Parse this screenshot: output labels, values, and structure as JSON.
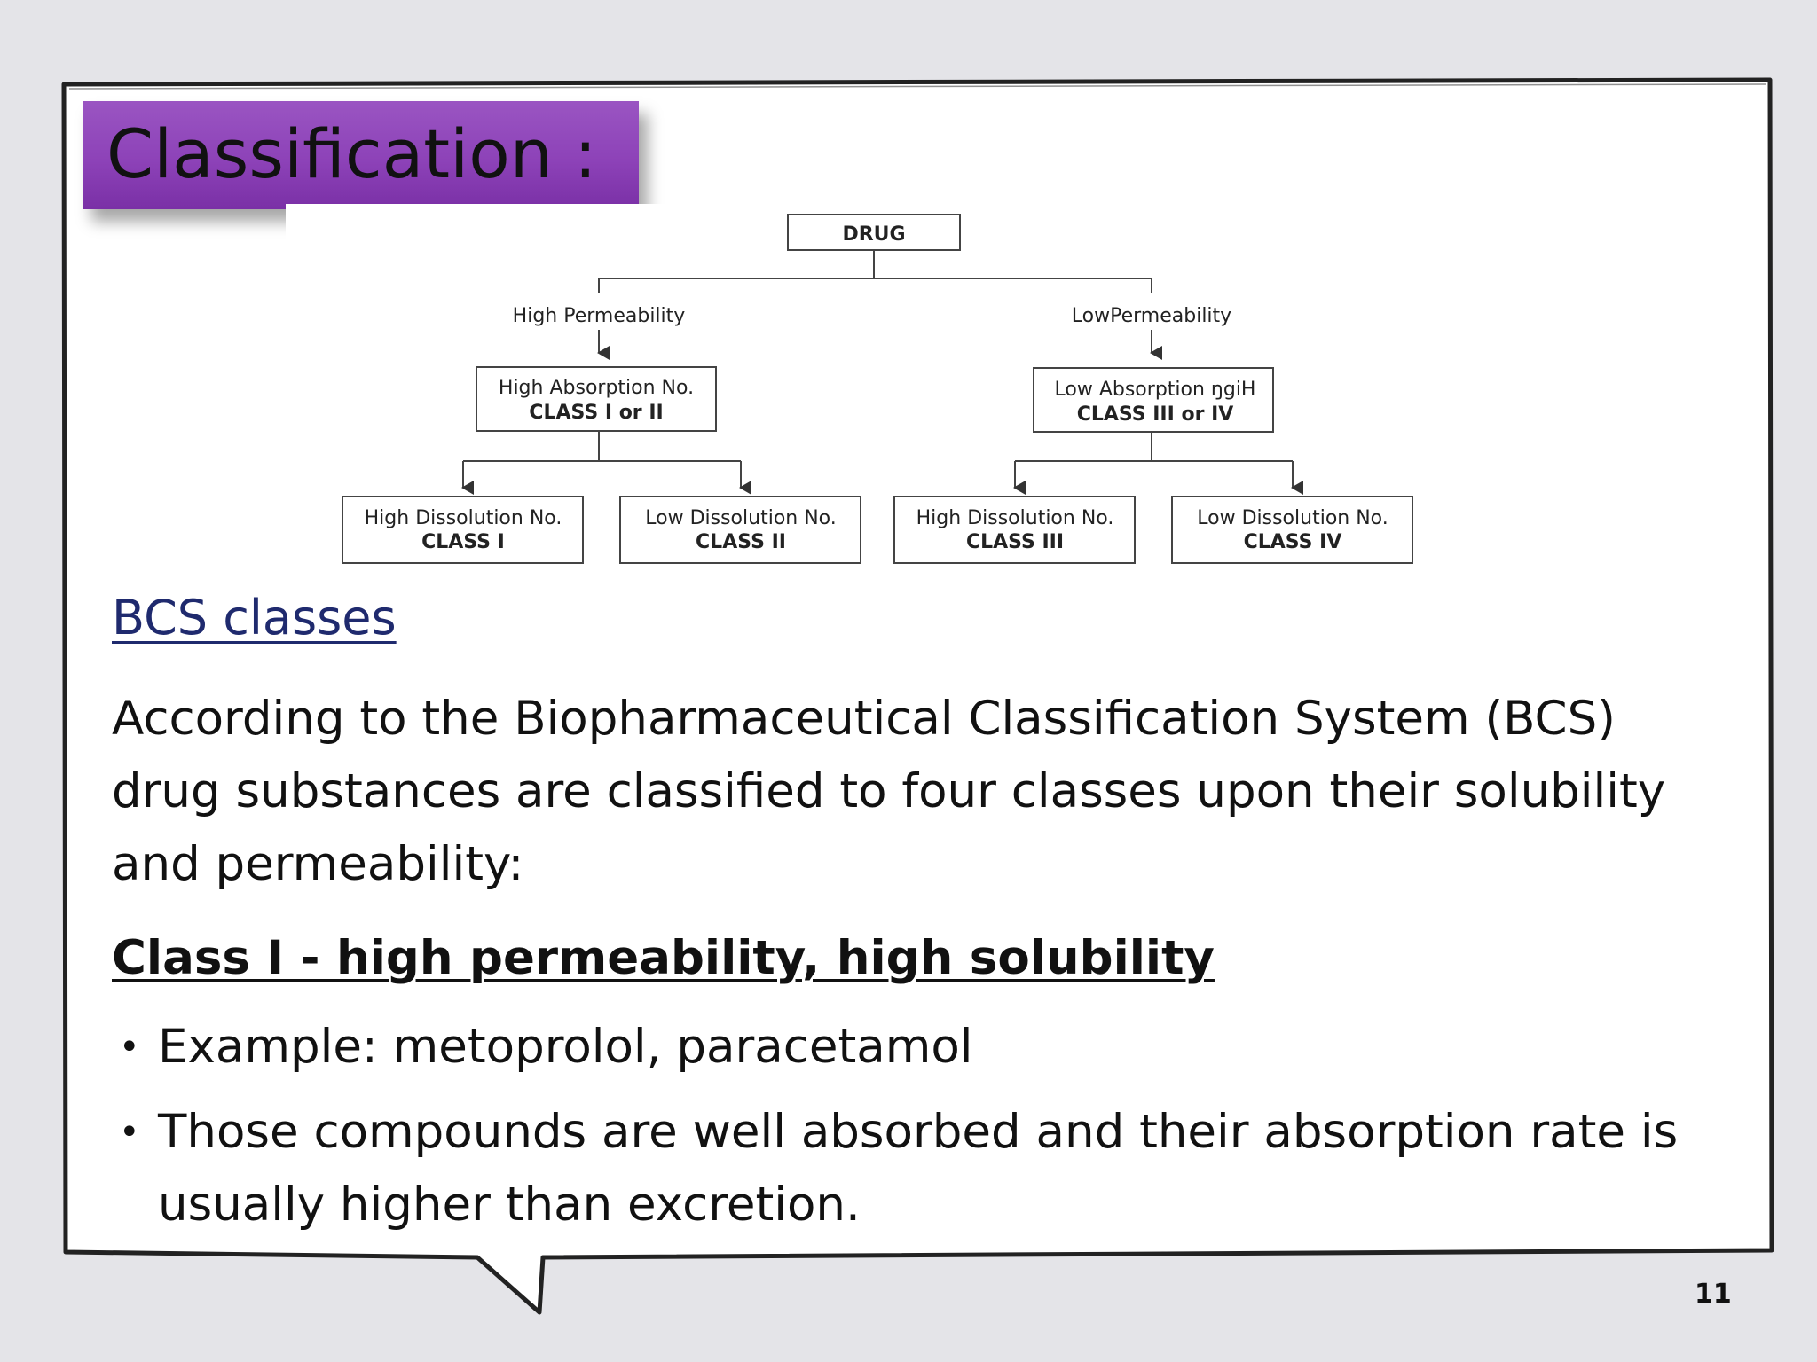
{
  "slide": {
    "title": "Classification :",
    "diagram": {
      "root": "DRUG",
      "branches": [
        {
          "label": "High Permeability",
          "node": {
            "line1": "High Absorption No.",
            "line2": "CLASS I or II"
          },
          "children": [
            {
              "line1": "High Dissolution No.",
              "line2": "CLASS I"
            },
            {
              "line1": "Low Dissolution No.",
              "line2": "CLASS II"
            }
          ]
        },
        {
          "label": "LowPermeability",
          "node": {
            "line1": "Low Absorption ŋgiH",
            "line2": "CLASS III or IV"
          },
          "children": [
            {
              "line1": "High Dissolution No.",
              "line2": "CLASS III"
            },
            {
              "line1": "Low Dissolution No.",
              "line2": "CLASS IV"
            }
          ]
        }
      ]
    },
    "heading": "BCS classes",
    "paragraph": "According to the Biopharmaceutical Classification System (BCS) drug substances are classified to four classes upon their solubility and permeability:",
    "class_heading": "Class I - high permeability, high solubility",
    "bullets": [
      "Example: metoprolol, paracetamol",
      "Those compounds are well absorbed and their absorption rate is usually higher than excretion."
    ],
    "bullet_symbol": "•",
    "page_number": "11"
  },
  "colors": {
    "background": "#e4e4e8",
    "title_box": "#8d42b8",
    "link": "#1f2a6e"
  }
}
